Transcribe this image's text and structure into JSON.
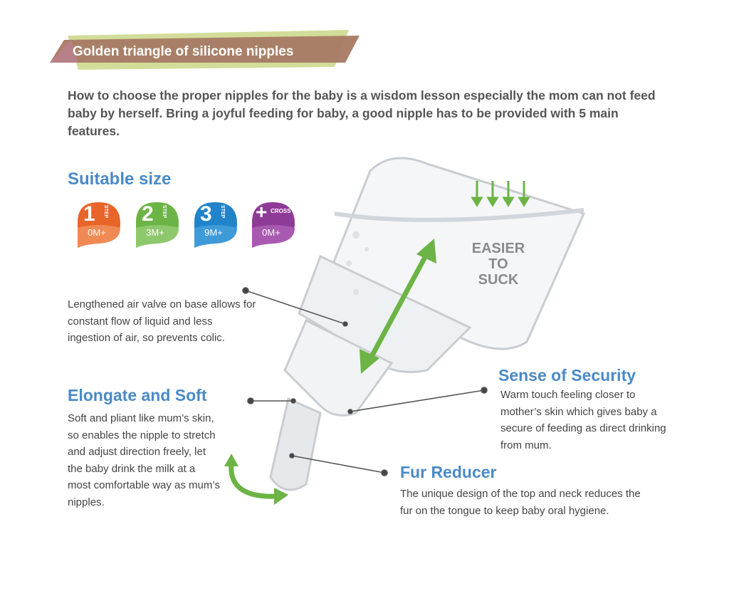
{
  "banner": {
    "title": "Golden triangle of silicone nipples"
  },
  "intro": "How to choose the proper nipples for the baby is a wisdom lesson especially the mom can not feed baby by herself. Bring a joyful feeding for baby, a good nipple has to be provided with 5 main features.",
  "suitable_size": {
    "heading": "Suitable size",
    "badges": [
      {
        "number": "1",
        "tag": "STEP",
        "age": "0M+",
        "color": "#e8652a"
      },
      {
        "number": "2",
        "tag": "STEP",
        "age": "3M+",
        "color": "#6cb445"
      },
      {
        "number": "3",
        "tag": "STEP",
        "age": "9M+",
        "color": "#2183c9"
      },
      {
        "number": "+",
        "tag": "CROSS",
        "age": "0M+",
        "color": "#8e3a97"
      }
    ]
  },
  "air_valve": {
    "text": "Lengthened air valve on base allows for constant flow of liquid and less ingestion of air, so prevents colic."
  },
  "elongate": {
    "heading": "Elongate and Soft",
    "text": "Soft and pliant like mum’s skin, so enables the nipple to stretch and adjust direction freely, let the baby drink the milk at a most comfortable way as mum’s nipples."
  },
  "security": {
    "heading": "Sense of Security",
    "text": "Warm touch feeling closer to mother’s skin which gives baby a secure of feeding as direct drinking from mum."
  },
  "fur": {
    "heading": "Fur Reducer",
    "text": "The unique design of the top and neck reduces the fur on the tongue to keep baby oral hygiene."
  },
  "easier": {
    "line1": "EASIER",
    "line2": "TO",
    "line3": "SUCK"
  },
  "colors": {
    "heading": "#4a8ac6",
    "arrow": "#6cb445",
    "banner": "#a67a64"
  }
}
